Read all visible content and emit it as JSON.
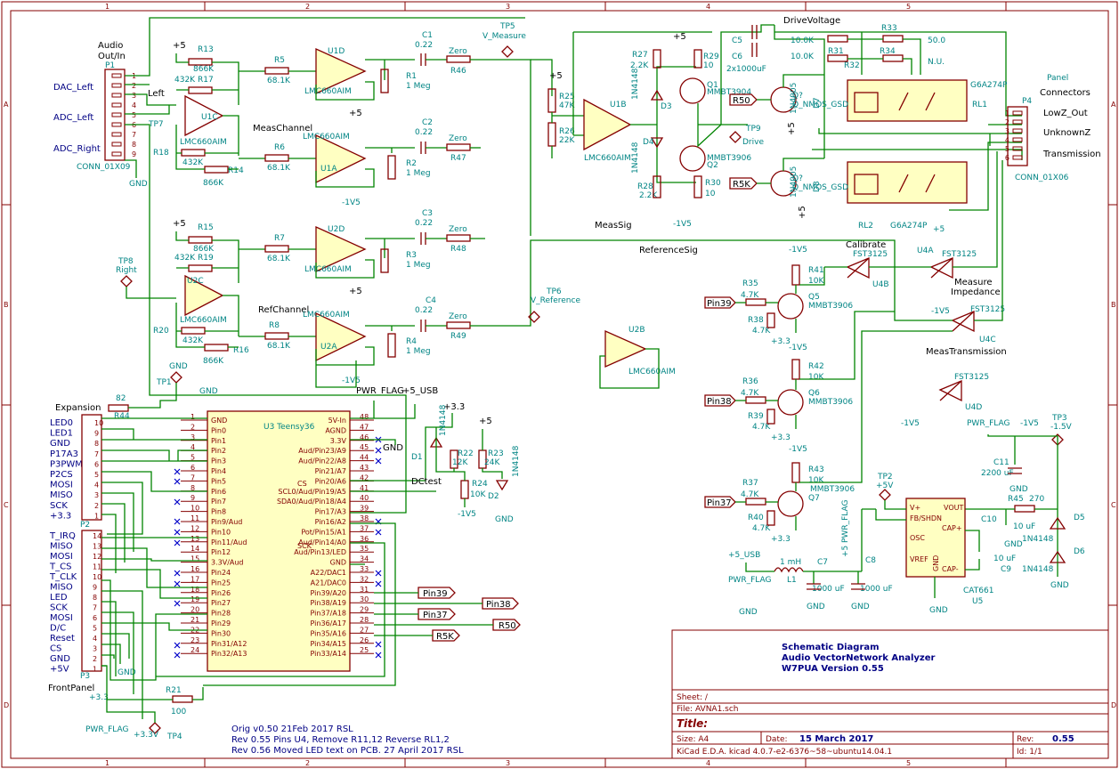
{
  "frame": {
    "cols": [
      "1",
      "2",
      "3",
      "4",
      "5"
    ],
    "rows": [
      "A",
      "B",
      "C",
      "D"
    ]
  },
  "titleblock": {
    "heading": "Schematic Diagram",
    "subtitle": "Audio VectorNetwork Analyzer",
    "version": "W7PUA Version 0.55",
    "sheet": "Sheet: /",
    "file": "File: AVNA1.sch",
    "title_label": "Title:",
    "size": "Size: A4",
    "date_label": "Date:",
    "date": "15 March 2017",
    "rev_label": "Rev:",
    "rev": "0.55",
    "kicad": "KiCad E.D.A.  kicad 4.0.7-e2-6376~58~ubuntu14.04.1",
    "id": "Id: 1/1"
  },
  "notes": [
    "Orig v0.50 21Feb 2017 RSL",
    "Rev 0.55 Pins U4, Remove R11,12 Reverse RL1,2",
    "Rev 0.56  Moved LED text on PCB.  27 April 2017 RSL"
  ],
  "audio_io": {
    "title": "Audio\nOut/In",
    "title1": "Audio",
    "title2": "Out/In",
    "ref": "P1",
    "labels": [
      "DAC_Left",
      "ADC_Left",
      "ADC_Right"
    ],
    "conn": "CONN_01X09",
    "gnd": "GND",
    "left": "Left",
    "right": "Right",
    "tp7": "TP7",
    "tp8": "TP8"
  },
  "panel": {
    "title1": "Panel",
    "title2": "Connectors",
    "ref": "P4",
    "labels": [
      "LowZ_Out",
      "UnknownZ",
      "Transmission"
    ],
    "conn": "CONN_01X06"
  },
  "nets": {
    "meas_channel": "MeasChannel",
    "ref_channel": "RefChannel",
    "meas_sig": "MeasSig",
    "reference_sig": "ReferenceSig",
    "drive_voltage": "DriveVoltage",
    "calibrate": "Calibrate",
    "measure_impedance": "Measure\nImpedance",
    "measure1": "Measure",
    "measure2": "Impedance",
    "meas_transmission": "MeasTransmission",
    "tp5": "TP5",
    "v_measure": "V_Measure",
    "tp6": "TP6",
    "v_reference": "V_Reference",
    "tp9": "TP9",
    "drive": "Drive",
    "dctest": "DCtest",
    "expansion": "Expansion",
    "frontpanel": "FrontPanel"
  },
  "opamps": {
    "u1d": "U1D",
    "u1c": "U1C",
    "u1a": "U1A",
    "u1b": "U1B",
    "u2d": "U2D",
    "u2c": "U2C",
    "u2a": "U2A",
    "u2b": "U2B",
    "part": "LMC660AIM"
  },
  "resistors": {
    "r13": "R13",
    "r13v": "866K",
    "r17": "R17",
    "r17v": "432K",
    "r5": "R5",
    "r5v": "68.1K",
    "r46": "R46",
    "zero": "Zero",
    "r1": "R1",
    "r1v": "1 Meg",
    "r18": "R18",
    "r18v": "432K",
    "r14": "R14",
    "r14v": "866K",
    "r6": "R6",
    "r6v": "68.1K",
    "r47": "R47",
    "r2": "R2",
    "r2v": "1 Meg",
    "r15": "R15",
    "r15v": "866K",
    "r19": "R19",
    "r19v": "432K",
    "r7": "R7",
    "r7v": "68.1K",
    "r48": "R48",
    "r3": "R3",
    "r3v": "1 Meg",
    "r20": "R20",
    "r20v": "432K",
    "r16": "R16",
    "r16v": "866K",
    "r8": "R8",
    "r8v": "68.1K",
    "r49": "R49",
    "r4": "R4",
    "r4v": "1 Meg",
    "c1": "C1",
    "c2": "C2",
    "c3": "C3",
    "c4": "C4",
    "cap022": "0.22",
    "r25": "R25",
    "r25v": "47K",
    "r26": "R26",
    "r26v": "22K",
    "r27": "R27",
    "r27v": "2.2K",
    "r28": "R28",
    "r28v": "2.2K",
    "r29": "R29",
    "r29v": "10",
    "r30": "R30",
    "r30v": "10",
    "q1": "Q1",
    "q1v": "MMBT3904",
    "q2": "Q2",
    "q2v": "MMBT3906",
    "d3": "D3",
    "d4": "D4",
    "d3v": "1N4148",
    "c5": "C5",
    "c6": "C6",
    "c56v": "2x1000uF",
    "r31": "R31",
    "r32": "R32",
    "r33": "R33",
    "r34": "R34",
    "r31v": "10.0K",
    "r32v": "10.0K",
    "r33v": "50.0",
    "r34v": "N.U.",
    "rl1": "RL1",
    "rl2": "RL2",
    "rlv": "G6A274P",
    "r50": "R50",
    "r5k": "R5K",
    "qnm": "Q_NMOS_GSD",
    "q": "Q?",
    "d7": "D7",
    "d8": "D8",
    "d7v": "1N4005",
    "u4a": "U4A",
    "u4b": "U4B",
    "u4c": "U4C",
    "u4d": "U4D",
    "fst": "FST3125",
    "r35": "R35",
    "r36": "R36",
    "r37": "R37",
    "r38": "R38",
    "r39": "R39",
    "r40": "R40",
    "r41": "R41",
    "r42": "R42",
    "r43": "R43",
    "r47k": "4.7K",
    "r10k": "10K",
    "q5": "Q5",
    "q6": "Q6",
    "q7": "Q7",
    "mmbt3906": "MMBT3906",
    "pin39": "Pin39",
    "pin38": "Pin38",
    "pin37": "Pin37",
    "pin50": "R50",
    "pin5k": "R5K",
    "c11": "C11",
    "c11v": "2200 uF",
    "r45": "R45",
    "r45v": "270",
    "c10": "C10",
    "c10v": "10 uF",
    "c9": "C9",
    "c9v": "10 uF",
    "c7": "C7",
    "c7v": "1000 uF",
    "c8": "C8",
    "c8v": "1000 uF",
    "l1": "L1",
    "l1v": "1 mH",
    "u5": "U5",
    "u5v": "CAT661",
    "d5": "D5",
    "d6": "D6",
    "d56v": "1N4148",
    "r21": "R21",
    "r21v": "100",
    "r22": "R22",
    "r22v": "12K",
    "r23": "R23",
    "r23v": "24K",
    "r24": "R24",
    "r24v": "10K",
    "d1": "D1",
    "d2": "D2",
    "d12v": "1N4148",
    "r44": "R44",
    "r44v": "82",
    "tp1": "TP1",
    "tp2": "TP2",
    "tp3": "TP3",
    "tp4": "TP4"
  },
  "power": {
    "p5": "+5",
    "m1v5": "-1V5",
    "p33": "+3.3",
    "gnd": "GND",
    "pwr_flag": "PWR_FLAG",
    "p5usb": "+5_USB",
    "m15v": "-1.5V",
    "p5v": "+5V",
    "p33v": "+3.3V"
  },
  "teensy": {
    "ref": "U3 Teensy36",
    "left_pins": [
      [
        "1",
        "GND"
      ],
      [
        "2",
        "Pin0"
      ],
      [
        "3",
        "Pin1"
      ],
      [
        "4",
        "Pin2"
      ],
      [
        "5",
        "Pin3"
      ],
      [
        "6",
        "Pin4"
      ],
      [
        "7",
        "Pin5"
      ],
      [
        "8",
        "Pin6"
      ],
      [
        "9",
        "Pin7"
      ],
      [
        "10",
        "Pin8"
      ],
      [
        "11",
        "Pin9/Aud"
      ],
      [
        "12",
        "Pin10"
      ],
      [
        "13",
        "Pin11/Aud"
      ],
      [
        "14",
        "Pin12"
      ],
      [
        "15",
        "3.3V/Aud"
      ],
      [
        "16",
        "Pin24"
      ],
      [
        "17",
        "Pin25"
      ],
      [
        "18",
        "Pin26"
      ],
      [
        "19",
        "Pin27"
      ],
      [
        "20",
        "Pin28"
      ],
      [
        "21",
        "Pin29"
      ],
      [
        "22",
        "Pin30"
      ],
      [
        "23",
        "Pin31/A12"
      ],
      [
        "24",
        "Pin32/A13"
      ]
    ],
    "right_pins": [
      [
        "48",
        "5V-In"
      ],
      [
        "47",
        "AGND"
      ],
      [
        "46",
        "3.3V"
      ],
      [
        "45",
        "Aud/Pin23/A9"
      ],
      [
        "44",
        "Aud/Pin22/A8"
      ],
      [
        "43",
        "Pin21/A7"
      ],
      [
        "42",
        "Pin20/A6"
      ],
      [
        "41",
        "SCL0/Aud/Pin19/A5"
      ],
      [
        "40",
        "SDA0/Aud/Pin18/A4"
      ],
      [
        "39",
        "Pin17/A3"
      ],
      [
        "38",
        "Pin16/A2"
      ],
      [
        "37",
        "Pot/Pin15/A1"
      ],
      [
        "36",
        "Aud/Pin14/A0"
      ],
      [
        "35",
        "Aud/Pin13/LED"
      ],
      [
        "34",
        "GND"
      ],
      [
        "33",
        "A22/DAC1"
      ],
      [
        "32",
        "A21/DAC0"
      ],
      [
        "31",
        "Pin39/A20"
      ],
      [
        "30",
        "Pin38/A19"
      ],
      [
        "29",
        "Pin37/A18"
      ],
      [
        "28",
        "Pin36/A17"
      ],
      [
        "27",
        "Pin35/A16"
      ],
      [
        "26",
        "Pin34/A15"
      ],
      [
        "25",
        "Pin33/A14"
      ]
    ],
    "cs": "CS",
    "sck": "SCK"
  },
  "expansion": {
    "ref": "P2",
    "labels": [
      "LED0",
      "LED1",
      "GND",
      "P17A3",
      "P3PWM",
      "P2CS",
      "MOSI",
      "MISO",
      "SCK",
      "+3.3"
    ],
    "pins": [
      "10",
      "9",
      "8",
      "7",
      "6",
      "5",
      "4",
      "3",
      "2",
      "1"
    ]
  },
  "frontpanel": {
    "ref": "P3",
    "labels": [
      "T_IRQ",
      "MISO",
      "MOSI",
      "T_CS",
      "T_CLK",
      "MISO",
      "LED",
      "SCK",
      "MOSI",
      "D/C",
      "Reset",
      "CS",
      "GND",
      "+5V"
    ],
    "pins": [
      "14",
      "13",
      "12",
      "11",
      "10",
      "9",
      "8",
      "7",
      "6",
      "5",
      "4",
      "3",
      "2",
      "1"
    ]
  },
  "u5pins": [
    "V+",
    "FB/SHDN",
    "OSC",
    "VREF",
    "CAP+",
    "CAP-",
    "VOUT",
    "GND"
  ]
}
